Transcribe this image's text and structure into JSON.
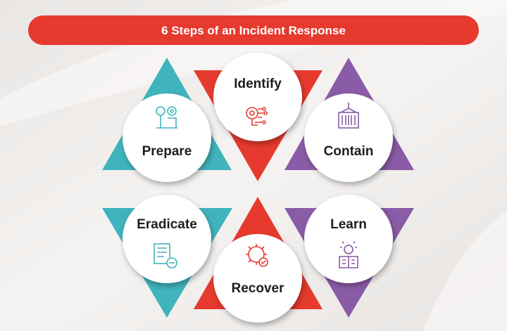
{
  "title": "6 Steps of an Incident Response",
  "colors": {
    "banner": "#e63a2e",
    "teal": "#40b4bd",
    "red": "#e63a2e",
    "purple": "#8a5ba6",
    "background": "#efedeb"
  },
  "steps": [
    {
      "label": "Prepare",
      "icon": "gear-tree-icon"
    },
    {
      "label": "Identify",
      "icon": "target-flowchart-icon"
    },
    {
      "label": "Contain",
      "icon": "shipping-container-icon"
    },
    {
      "label": "Eradicate",
      "icon": "checklist-remove-icon"
    },
    {
      "label": "Recover",
      "icon": "virus-check-icon"
    },
    {
      "label": "Learn",
      "icon": "lightbulb-book-icon"
    }
  ]
}
